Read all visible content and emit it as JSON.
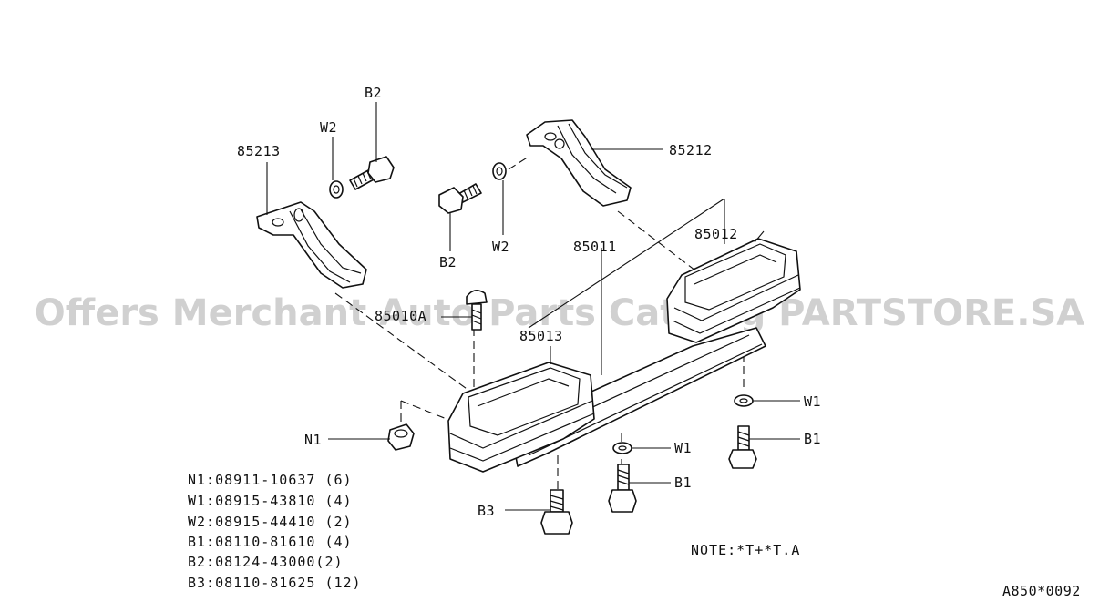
{
  "watermark": "Offers Merchant Auto Parts Catalog PARTSTORE.SA",
  "callouts": {
    "p85213": "85213",
    "w2_left": "W2",
    "b2_top": "B2",
    "p85212": "85212",
    "b2_mid": "B2",
    "w2_mid": "W2",
    "p85011": "85011",
    "p85012": "85012",
    "p85010a": "85010A",
    "p85013": "85013",
    "n1": "N1",
    "w1_right": "W1",
    "b1_right": "B1",
    "w1_mid": "W1",
    "b1_mid": "B1",
    "b3": "B3"
  },
  "legend": [
    "N1:08911-10637 (6)",
    "W1:08915-43810 (4)",
    "W2:08915-44410 (2)",
    "B1:08110-81610 (4)",
    "B2:08124-43000(2)",
    "B3:08110-81625 (12)"
  ],
  "note": "NOTE:*T+*T.A",
  "diagram_code": "A850*0092"
}
